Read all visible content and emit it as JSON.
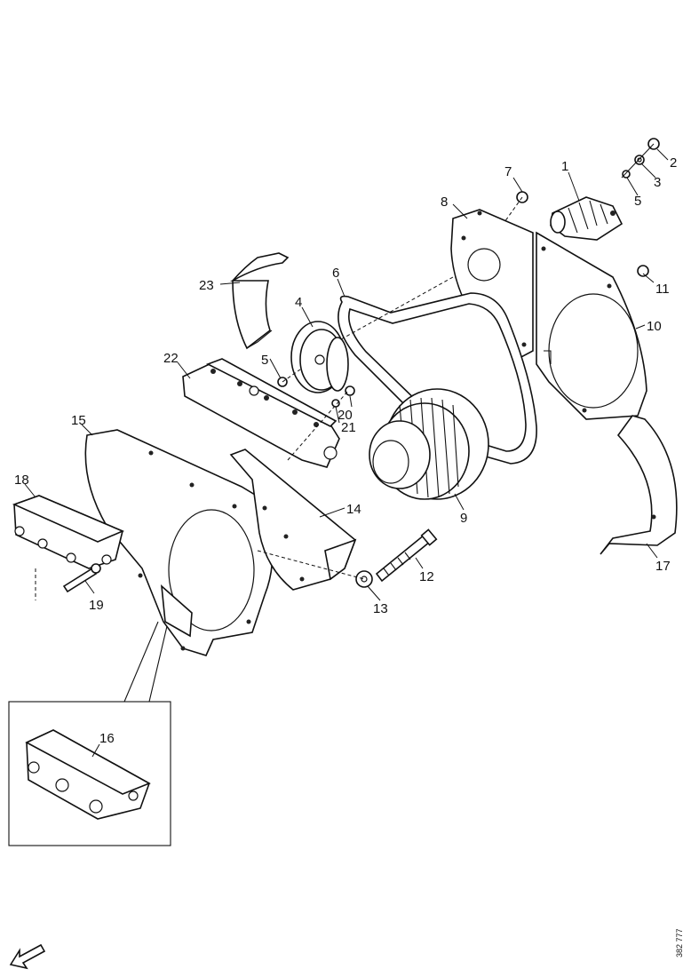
{
  "reference_code": "382 777",
  "callouts": {
    "c1": "1",
    "c2": "2",
    "c3": "3",
    "c5a": "5",
    "c7": "7",
    "c8": "8",
    "c11": "11",
    "c10": "10",
    "c6": "6",
    "c23": "23",
    "c4": "4",
    "c5b": "5",
    "c22": "22",
    "c20": "20",
    "c21": "21",
    "c15": "15",
    "c9": "9",
    "c18": "18",
    "c14": "14",
    "c12": "12",
    "c13": "13",
    "c19": "19",
    "c17": "17",
    "c16": "16"
  }
}
